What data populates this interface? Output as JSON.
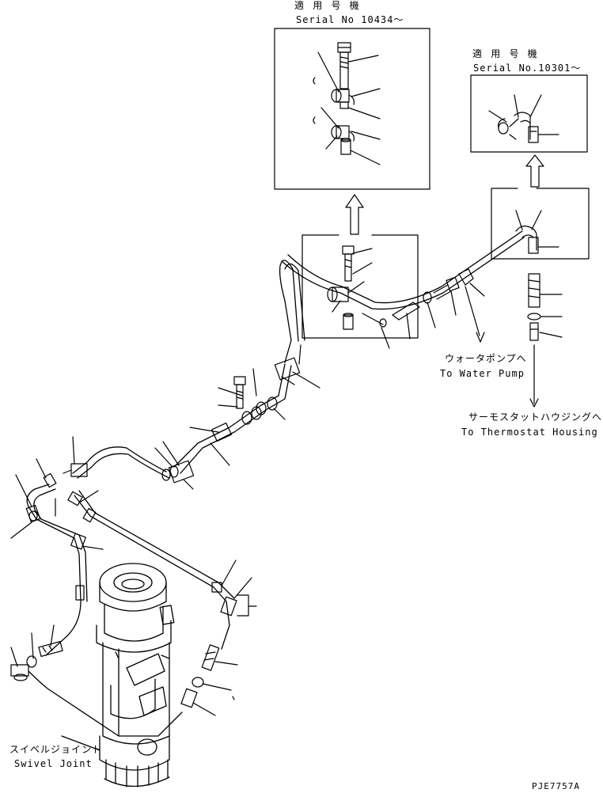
{
  "inset_a": {
    "jp_label": "適 用 号 機",
    "serial": "Serial No 10434〜"
  },
  "inset_b": {
    "jp_label": "適 用 号 機",
    "serial": "Serial No.10301〜"
  },
  "water_pump": {
    "jp": "ウォータポンプへ",
    "en": "To Water Pump"
  },
  "thermostat": {
    "jp": "サーモスタットハウジングへ",
    "en": "To Thermostat Housing"
  },
  "swivel": {
    "jp": "スイベルジョイント",
    "en": "Swivel Joint"
  },
  "drawing_code": "PJE7757A"
}
